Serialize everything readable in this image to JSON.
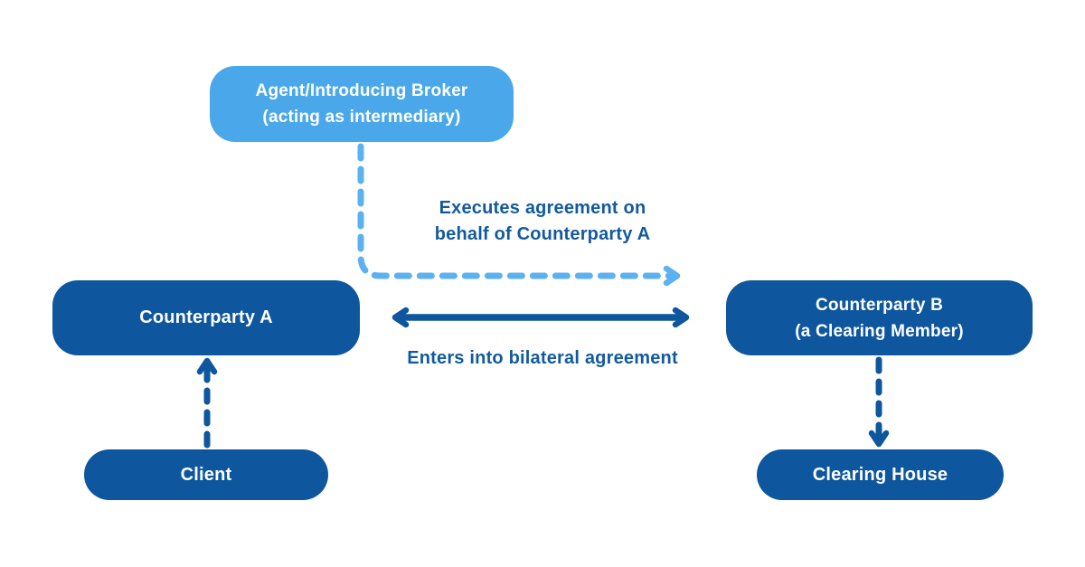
{
  "colors": {
    "light_blue": "#4AA8EA",
    "dashed_light": "#5CB1F1",
    "dark_blue": "#0E569D",
    "label_blue": "#125A9E",
    "background": "#FFFFFF"
  },
  "nodes": {
    "agent": {
      "line1": "Agent/Introducing Broker",
      "line2": "(acting as intermediary)"
    },
    "counterparty_a": {
      "label": "Counterparty A"
    },
    "counterparty_b": {
      "line1": "Counterparty B",
      "line2": "(a Clearing Member)"
    },
    "client": {
      "label": "Client"
    },
    "clearing_house": {
      "label": "Clearing House"
    }
  },
  "edges": {
    "executes": {
      "line1": "Executes agreement on",
      "line2": "behalf of Counterparty A",
      "style": "dashed-light-blue-arrow",
      "from": "agent",
      "to": "counterparty_b"
    },
    "bilateral": {
      "label": "Enters into bilateral agreement",
      "style": "solid-double-headed-arrow",
      "between": "counterparty_a and counterparty_b"
    },
    "client_to_counterparty_a": {
      "style": "dashed-dark-blue-arrow",
      "from": "client",
      "to": "counterparty_a"
    },
    "counterparty_b_to_clearing_house": {
      "style": "dashed-dark-blue-arrow",
      "from": "counterparty_b",
      "to": "clearing_house"
    }
  }
}
